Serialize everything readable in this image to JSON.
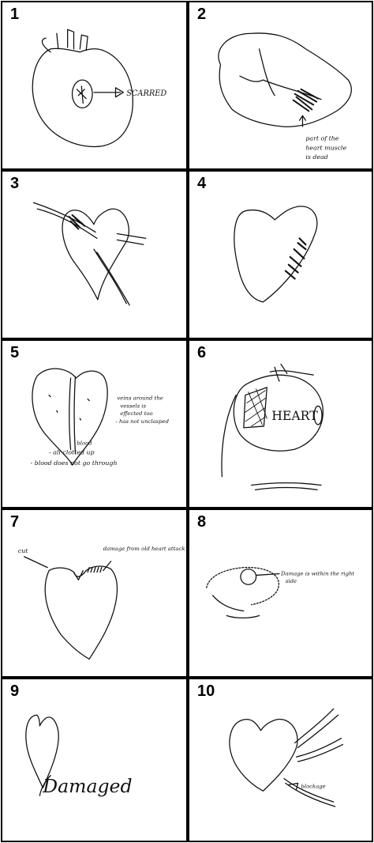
{
  "panels": [
    {
      "number": "1",
      "annotations": [
        "SCARRED"
      ]
    },
    {
      "number": "2",
      "annotations": [
        "part of the",
        "heart muscle",
        "is dead"
      ]
    },
    {
      "number": "3",
      "annotations": []
    },
    {
      "number": "4",
      "annotations": []
    },
    {
      "number": "5",
      "annotations": [
        "veins around the",
        "vessels is",
        "effected too",
        "- has not unclasped",
        "blood",
        "- all clotted up",
        "- blood does not go through"
      ]
    },
    {
      "number": "6",
      "annotations": [
        "HEART"
      ]
    },
    {
      "number": "7",
      "annotations": [
        "cut",
        "damage from old heart attack"
      ]
    },
    {
      "number": "8",
      "annotations": [
        "Damage is within the right",
        "side"
      ]
    },
    {
      "number": "9",
      "annotations": [
        "Damaged"
      ]
    },
    {
      "number": "10",
      "annotations": [
        "blockage"
      ]
    }
  ]
}
